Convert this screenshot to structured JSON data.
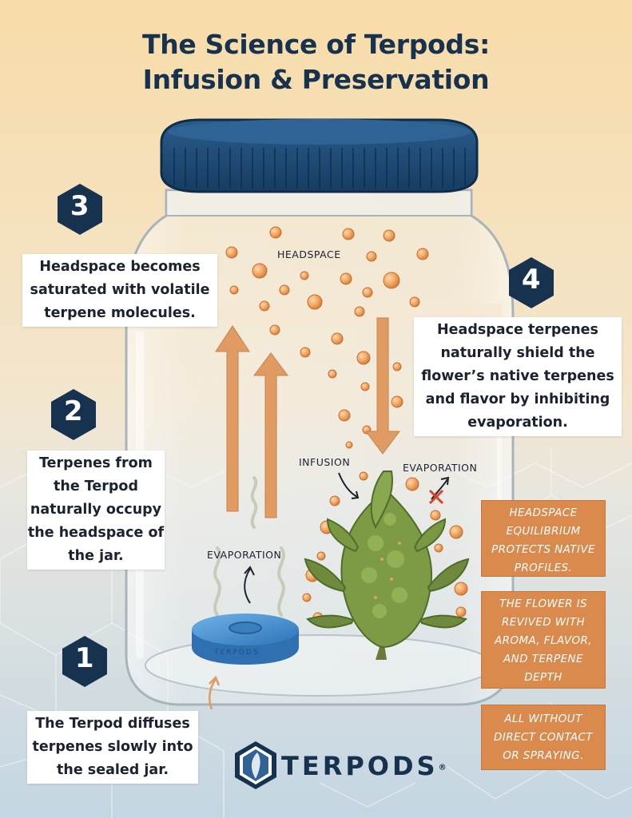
{
  "title": {
    "line1": "The Science of Terpods:",
    "line2": "Infusion & Preservation"
  },
  "steps": [
    {
      "number": "1",
      "text": "The Terpod diffuses terpenes slowly into the sealed jar."
    },
    {
      "number": "2",
      "text": "Terpenes from the Terpod naturally occupy the headspace of the jar."
    },
    {
      "number": "3",
      "text": "Headspace becomes saturated with volatile terpene molecules."
    },
    {
      "number": "4",
      "text": "Headspace terpenes naturally shield the flower’s native terpenes and flavor by inhibiting evaporation."
    }
  ],
  "labels": {
    "headspace": "HEADSPACE",
    "infusion": "INFUSION",
    "evaporation_left": "EVAPORATION",
    "evaporation_right": "EVAPORATION",
    "pod_text": "TERPODS"
  },
  "benefits": [
    "HEADSPACE EQUILIBRIUM PROTECTS NATIVE PROFILES.",
    "THE FLOWER IS REVIVED WITH AROMA, FLAVOR, AND TERPENE DEPTH",
    "ALL WITHOUT DIRECT CONTACT OR SPRAYING."
  ],
  "brand": {
    "name": "TERPODS",
    "mark": "®",
    "logo_icon": "honeycomb-leaf-hexagon-icon"
  },
  "colors": {
    "navy": "#17324f",
    "orange": "#d98a4c",
    "bg_top": "#f6d8a4",
    "bg_bottom": "#c8d8e4",
    "pod_blue": "#3f86c6",
    "leaf_green": "#6f8a3c"
  }
}
